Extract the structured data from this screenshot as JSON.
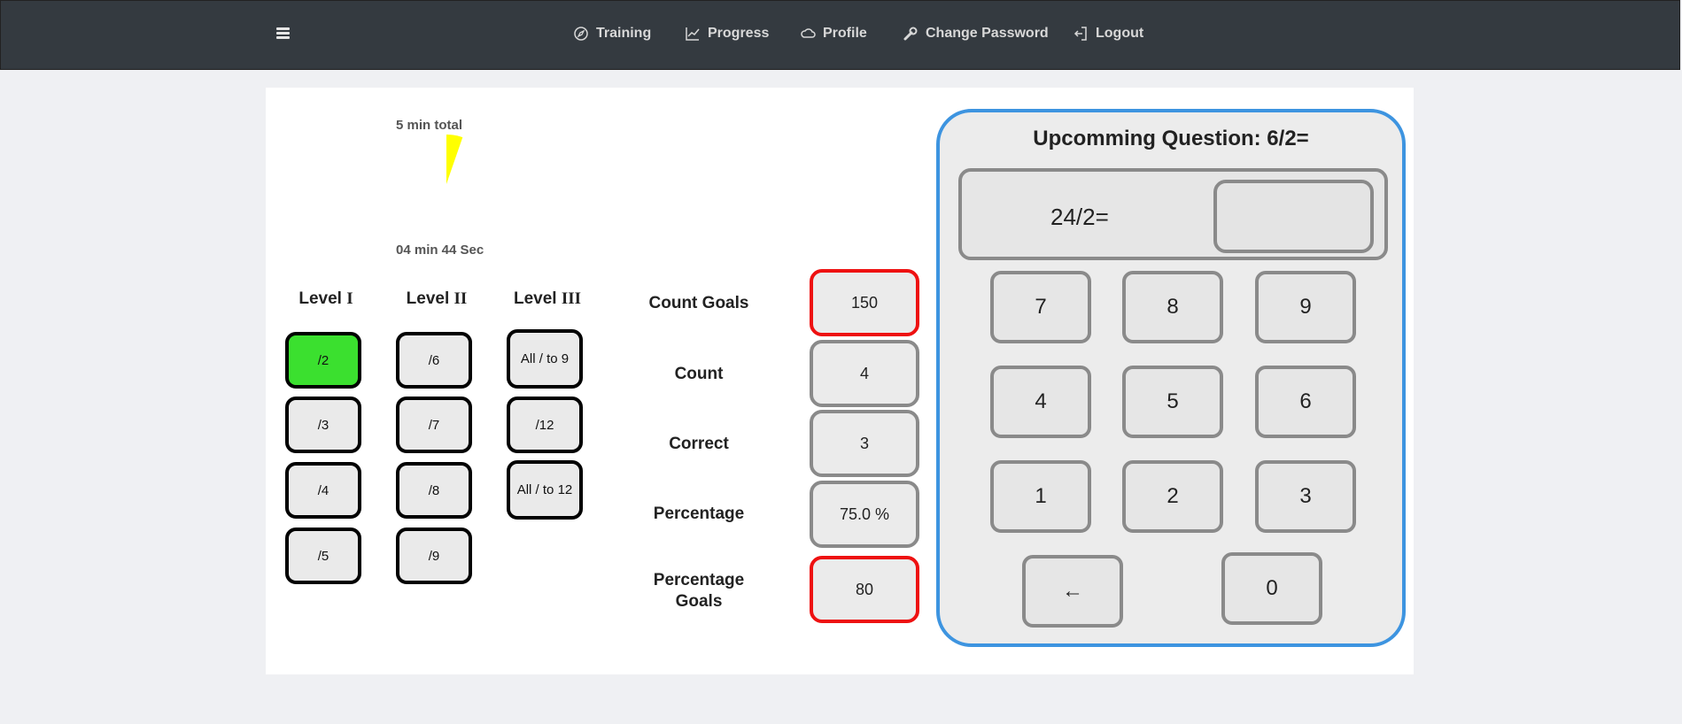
{
  "nav": {
    "menu_icon": "hamburger-icon",
    "links": [
      {
        "label": "Training",
        "icon": "compass-icon"
      },
      {
        "label": "Progress",
        "icon": "chart-line-icon"
      },
      {
        "label": "Profile",
        "icon": "cloud-icon"
      },
      {
        "label": "Change Password",
        "icon": "wrench-icon"
      },
      {
        "label": "Logout",
        "icon": "logout-icon"
      }
    ]
  },
  "timer": {
    "total_label": "5 min total",
    "remaining_label": "04 min 44 Sec",
    "elapsed_fraction": 0.053,
    "pie_color": "#ffff00"
  },
  "levels": [
    {
      "prefix": "Level ",
      "roman": "I",
      "buttons": [
        "/2",
        "/3",
        "/4",
        "/5"
      ],
      "active": 0
    },
    {
      "prefix": "Level ",
      "roman": "II",
      "buttons": [
        "/6",
        "/7",
        "/8",
        "/9"
      ]
    },
    {
      "prefix": "Level ",
      "roman": "III",
      "buttons": [
        "All / to 9",
        "/12",
        "All / to 12"
      ]
    }
  ],
  "stats": [
    {
      "label": "Count Goals",
      "value": "150",
      "goal": true
    },
    {
      "label": "Count",
      "value": "4"
    },
    {
      "label": "Correct",
      "value": "3"
    },
    {
      "label": "Percentage",
      "value": "75.0 %"
    },
    {
      "label": "Percentage Goals",
      "value": "80",
      "goal": true
    }
  ],
  "keypad": {
    "upcoming": "Upcomming Question: 6/2=",
    "question": "24/2=",
    "answer": "",
    "keys": [
      "7",
      "8",
      "9",
      "4",
      "5",
      "6",
      "1",
      "2",
      "3"
    ],
    "backspace": "←",
    "zero": "0"
  },
  "colors": {
    "active_level": "#3be02f",
    "goal_border": "#ee1111",
    "keypad_border": "#3d94e0",
    "navbar": "#343a40"
  }
}
